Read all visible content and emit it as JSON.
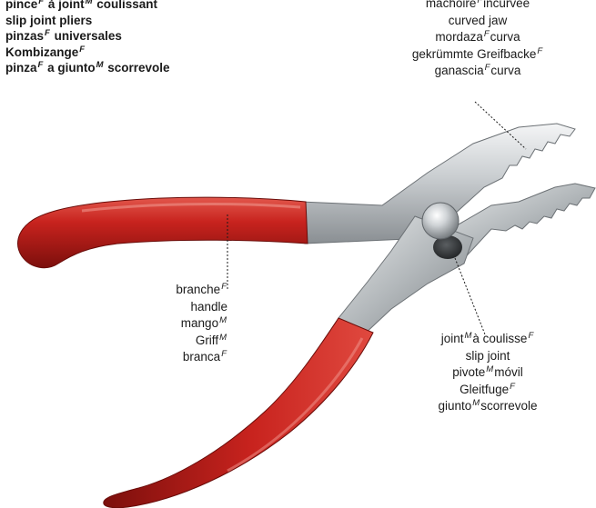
{
  "title": {
    "lines": [
      {
        "text": "pince",
        "gender": "F",
        "rest": [
          {
            "text": " à joint",
            "gender": "M"
          },
          {
            "text": " coulissant",
            "gender": ""
          }
        ]
      },
      {
        "text": "slip joint pliers",
        "gender": "",
        "rest": []
      },
      {
        "text": "pinzas",
        "gender": "F",
        "rest": [
          {
            "text": " universales",
            "gender": ""
          }
        ]
      },
      {
        "text": "Kombizange",
        "gender": "F",
        "rest": []
      },
      {
        "text": "pinza",
        "gender": "F",
        "rest": [
          {
            "text": " a giunto",
            "gender": "M"
          },
          {
            "text": " scorrevole",
            "gender": ""
          }
        ]
      }
    ]
  },
  "labels": {
    "jaw": [
      {
        "parts": [
          {
            "text": "mâchoire",
            "gender": "F"
          },
          {
            "text": "incurvée",
            "gender": ""
          }
        ]
      },
      {
        "parts": [
          {
            "text": "curved jaw",
            "gender": ""
          }
        ]
      },
      {
        "parts": [
          {
            "text": "mordaza",
            "gender": "F"
          },
          {
            "text": "curva",
            "gender": ""
          }
        ]
      },
      {
        "parts": [
          {
            "text": "gekrümmte Greifbacke",
            "gender": "F"
          }
        ]
      },
      {
        "parts": [
          {
            "text": "ganascia",
            "gender": "F"
          },
          {
            "text": "curva",
            "gender": ""
          }
        ]
      }
    ],
    "handle": [
      {
        "parts": [
          {
            "text": "branche",
            "gender": "F"
          }
        ]
      },
      {
        "parts": [
          {
            "text": "handle",
            "gender": ""
          }
        ]
      },
      {
        "parts": [
          {
            "text": "mango",
            "gender": "M"
          }
        ]
      },
      {
        "parts": [
          {
            "text": "Griff",
            "gender": "M"
          }
        ]
      },
      {
        "parts": [
          {
            "text": "branca",
            "gender": "F"
          }
        ]
      }
    ],
    "joint": [
      {
        "parts": [
          {
            "text": "joint",
            "gender": "M"
          },
          {
            "text": "à coulisse",
            "gender": "F"
          }
        ]
      },
      {
        "parts": [
          {
            "text": "slip joint",
            "gender": ""
          }
        ]
      },
      {
        "parts": [
          {
            "text": "pivote",
            "gender": "M"
          },
          {
            "text": "móvil",
            "gender": ""
          }
        ]
      },
      {
        "parts": [
          {
            "text": "Gleitfuge",
            "gender": "F"
          }
        ]
      },
      {
        "parts": [
          {
            "text": "giunto",
            "gender": "M"
          },
          {
            "text": "scorrevole",
            "gender": ""
          }
        ]
      }
    ]
  },
  "colors": {
    "handle_red": "#c8231e",
    "handle_dark": "#7c0f0c",
    "steel_light": "#eceeef",
    "steel_mid": "#b9bdc0",
    "steel_dark": "#7d8286"
  }
}
